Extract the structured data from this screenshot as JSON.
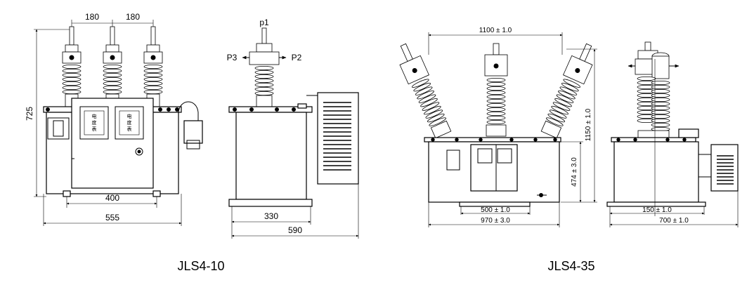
{
  "left_model": {
    "caption": "JLS4-10",
    "front": {
      "dim_phase_1": "180",
      "dim_phase_2": "180",
      "dim_height": "725",
      "dim_base": "400",
      "dim_width": "555",
      "meter_label_1": [
        "电",
        "度",
        "表"
      ],
      "meter_label_2": [
        "电",
        "度",
        "表"
      ]
    },
    "side": {
      "terminal_top": "p1",
      "terminal_left": "P3",
      "terminal_right": "P2",
      "dim_base": "330",
      "dim_width": "590"
    }
  },
  "right_model": {
    "caption": "JLS4-35",
    "front": {
      "dim_span": "1100 ± 1.0",
      "dim_height": "1150 ± 1.0",
      "dim_tank_height": "474 ± 3.0",
      "dim_base": "500 ± 1.0",
      "dim_width": "970 ± 3.0"
    },
    "side": {
      "dim_base": "150 ± 1.0",
      "dim_width": "700 ± 1.0"
    }
  }
}
